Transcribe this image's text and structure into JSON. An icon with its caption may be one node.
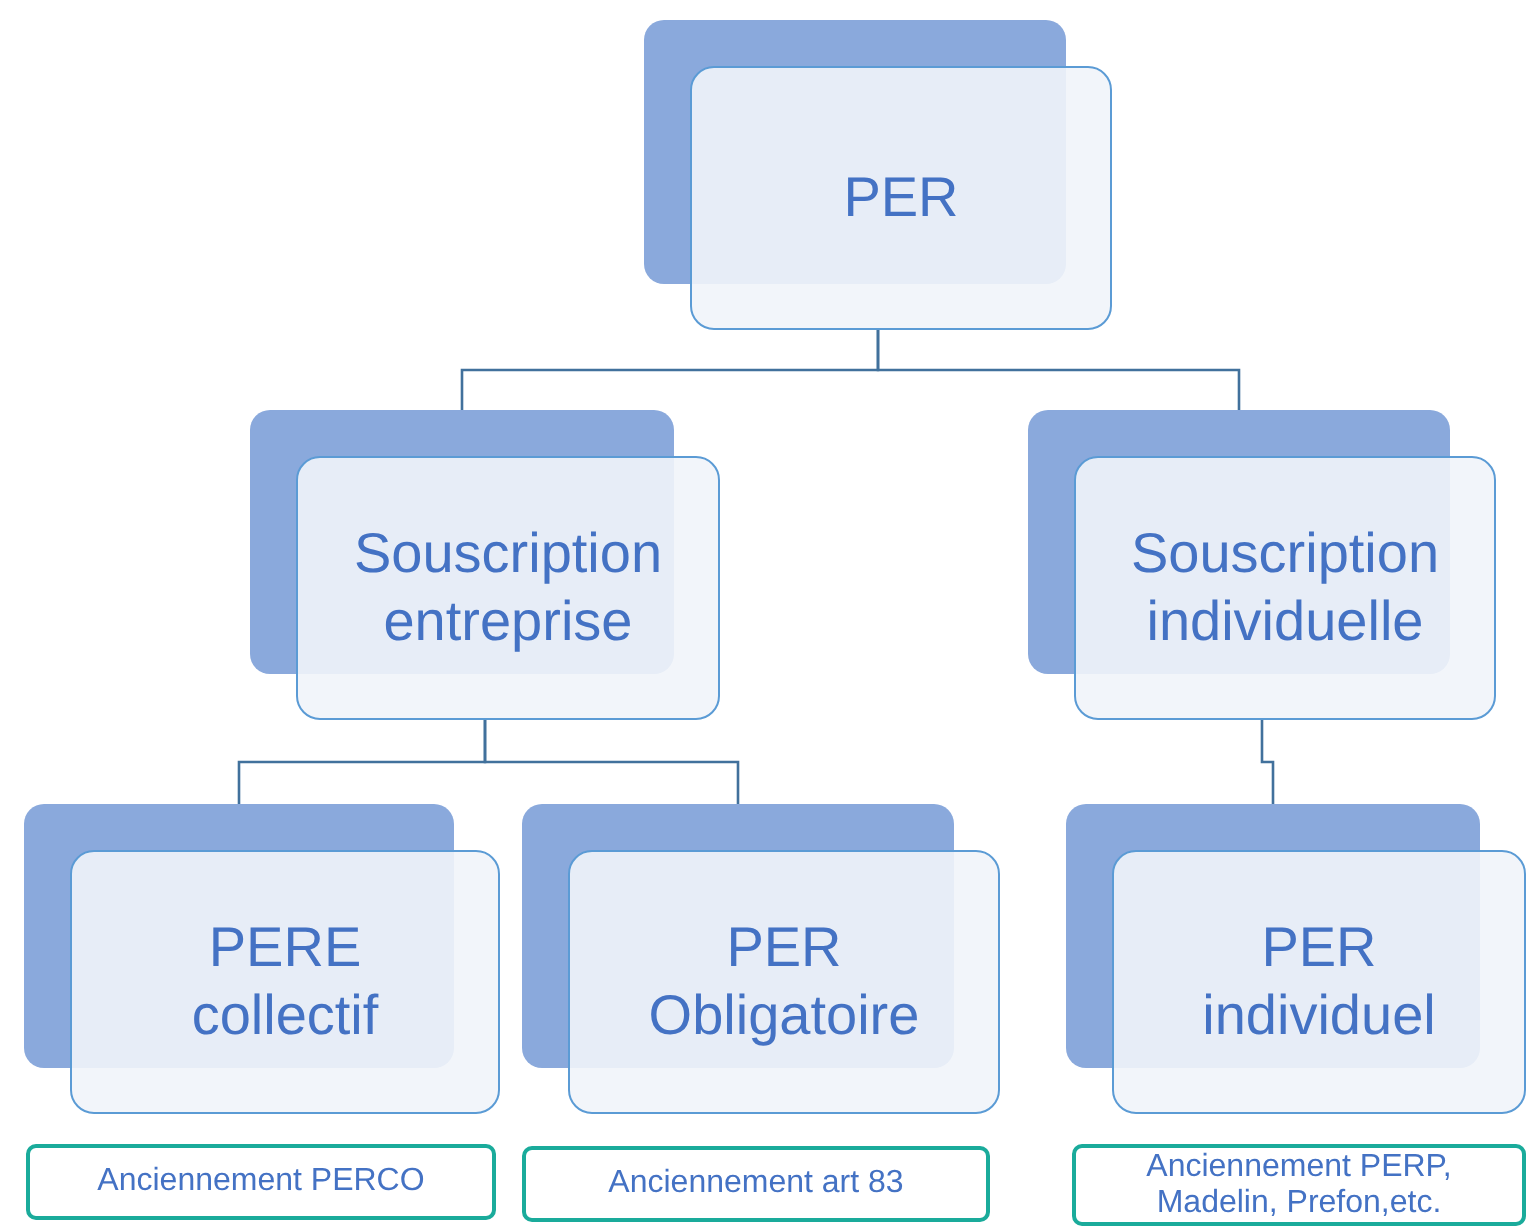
{
  "diagram": {
    "nodes": [
      {
        "text": [
          "PER"
        ]
      },
      {
        "text": [
          "Souscription entreprise"
        ]
      },
      {
        "text": [
          "Souscription individuelle"
        ]
      },
      {
        "text": [
          "PERE collectif"
        ]
      },
      {
        "text": [
          "PER Obligatoire"
        ]
      },
      {
        "text": [
          "PER individuel"
        ]
      },
      {
        "text": [
          "Anciennement PERCO"
        ]
      },
      {
        "text": [
          "Anciennement art 83"
        ]
      },
      {
        "text": [
          "Anciennement PERP, Madelin, Prefon,etc."
        ]
      }
    ],
    "edges": [
      {
        "from": 0,
        "to": 1,
        "arrow": "none"
      },
      {
        "from": 0,
        "to": 2,
        "arrow": "none"
      },
      {
        "from": 1,
        "to": 3,
        "arrow": "none"
      },
      {
        "from": 1,
        "to": 4,
        "arrow": "none"
      },
      {
        "from": 2,
        "to": 5,
        "arrow": "none"
      }
    ]
  }
}
